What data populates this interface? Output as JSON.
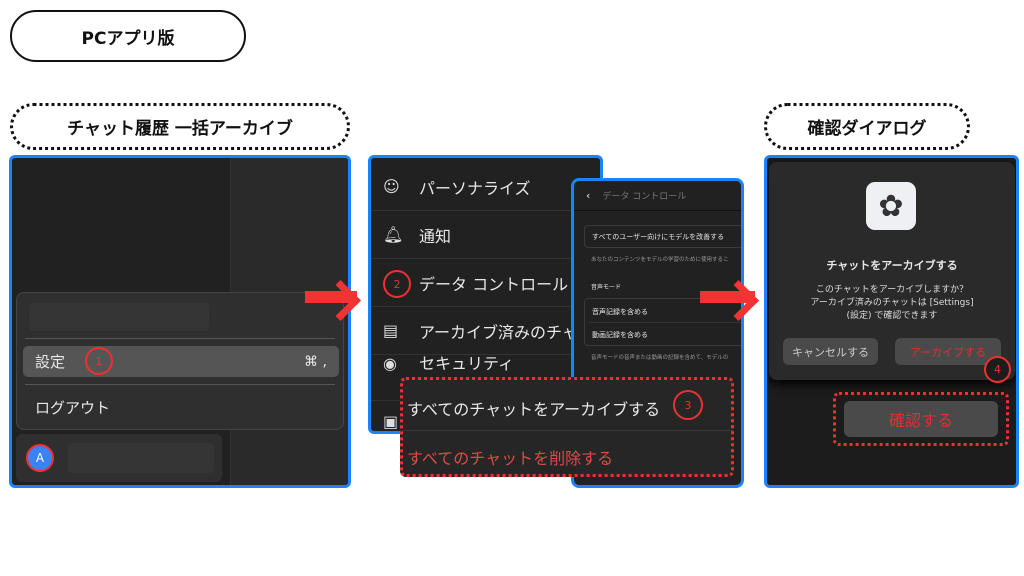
{
  "titles": {
    "main": "PCアプリ版",
    "step1": "チャット履歴 一括アーカイブ",
    "step2": "確認ダイアログ"
  },
  "panel1": {
    "menu": {
      "settings": "設定",
      "shortcut": "⌘ ,",
      "logout": "ログアウト"
    },
    "avatar_initial": "A"
  },
  "panel2": {
    "items": [
      {
        "icon": "person-icon",
        "label": "パーソナライズ"
      },
      {
        "icon": "bell-icon",
        "label": "通知"
      },
      {
        "icon": "data-icon",
        "label": "データ コントロール"
      },
      {
        "icon": "archive-icon",
        "label": "アーカイブ済みのチャ"
      },
      {
        "icon": "shield-icon",
        "label": "セキュリティ"
      }
    ]
  },
  "panel3": {
    "title": "データ コントロール",
    "improve": "すべてのユーザー向けにモデルを改善する",
    "improve_desc": "あなたのコンテンツをモデルの学習のために使用するこ",
    "voice_header": "音声モード",
    "voice_audio": "音声記録を含める",
    "voice_video": "動画記録を含める",
    "voice_desc": "音声モードの音声または動画の記録を含めて、モデルの"
  },
  "actions": {
    "archive_all": "すべてのチャットをアーカイブする",
    "delete_all": "すべてのチャットを削除する"
  },
  "dialog": {
    "title": "チャットをアーカイブする",
    "body1": "このチャットをアーカイブしますか？",
    "body2": "アーカイブ済みのチャットは [Settings]",
    "body3": "(設定) で確認できます",
    "cancel": "キャンセルする",
    "archive": "アーカイブする",
    "confirm": "確認する"
  },
  "steps": [
    "1",
    "2",
    "3",
    "4"
  ],
  "colors": {
    "accent": "#1a84ff",
    "highlight": "#f03030"
  }
}
